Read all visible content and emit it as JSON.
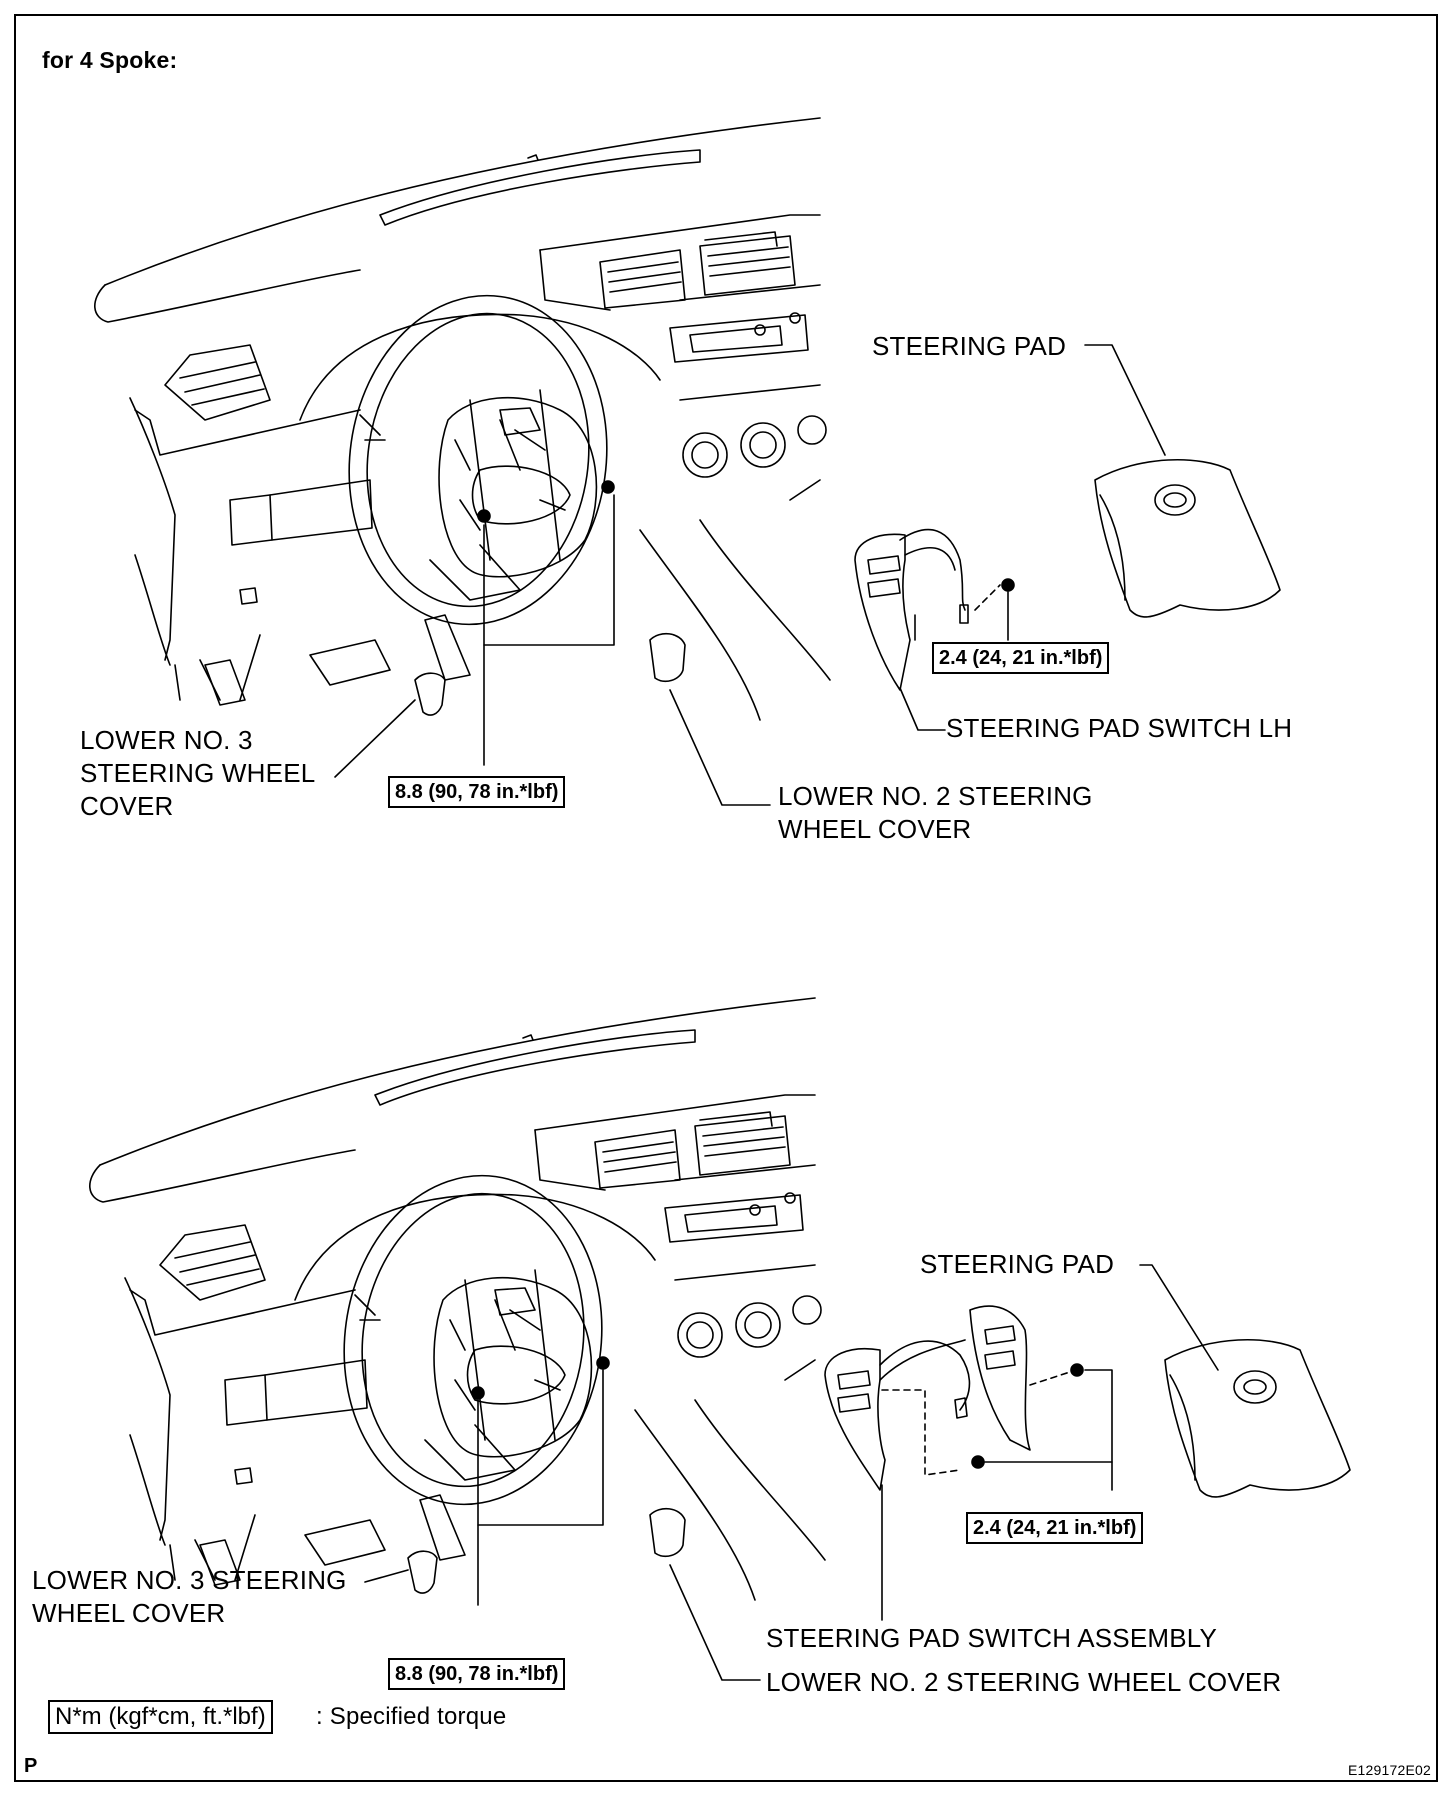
{
  "header": {
    "title": "for 4 Spoke:"
  },
  "top_figure": {
    "steering_pad": "STEERING PAD",
    "steering_pad_switch": "STEERING PAD SWITCH LH",
    "switch_torque": "2.4 (24, 21 in.*lbf)",
    "lower_no3_cover": [
      "LOWER NO. 3",
      "STEERING WHEEL",
      "COVER"
    ],
    "wheel_torque": "8.8 (90, 78 in.*lbf)",
    "lower_no2_cover": [
      "LOWER NO. 2 STEERING",
      "WHEEL COVER"
    ]
  },
  "bottom_figure": {
    "steering_pad": "STEERING PAD",
    "switch_torque": "2.4 (24, 21 in.*lbf)",
    "lower_no3_cover": [
      "LOWER NO. 3 STEERING",
      "WHEEL COVER"
    ],
    "wheel_torque": "8.8 (90, 78 in.*lbf)",
    "steering_pad_switch": "STEERING PAD SWITCH ASSEMBLY",
    "lower_no2_cover": "LOWER NO. 2 STEERING WHEEL COVER"
  },
  "legend": {
    "box_text": "N*m (kgf*cm, ft.*lbf)",
    "description": ": Specified torque"
  },
  "footer": {
    "left_code": "P",
    "figure_id": "E129172E02"
  }
}
